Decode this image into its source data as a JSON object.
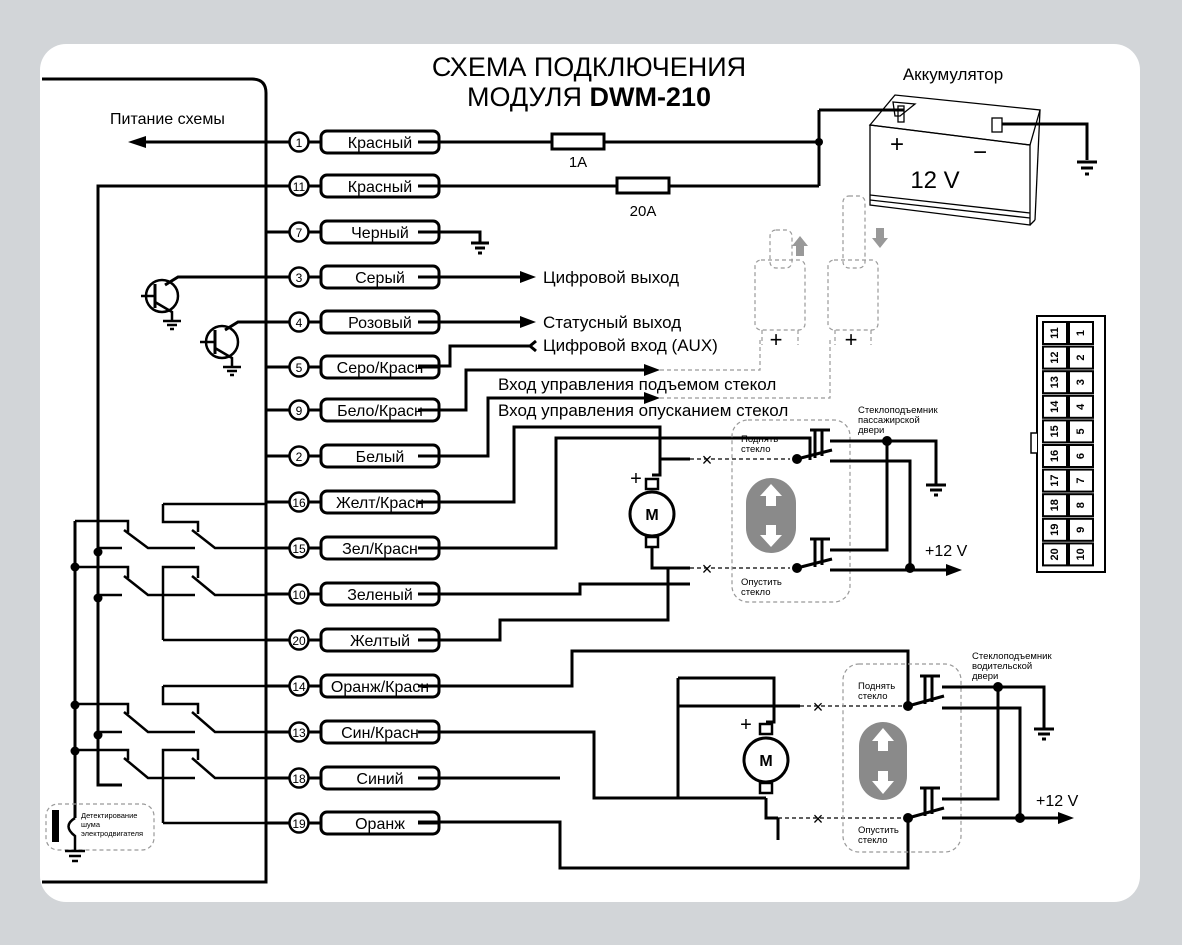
{
  "title": {
    "line1": "СХЕМА ПОДКЛЮЧЕНИЯ",
    "line2_prefix": "МОДУЛЯ ",
    "line2_model": "DWM-210"
  },
  "power_label": "Питание схемы",
  "battery": {
    "label": "Аккумулятор",
    "voltage": "12 V",
    "plus": "+",
    "minus": "−"
  },
  "fuses": [
    {
      "rating": "1A"
    },
    {
      "rating": "20A"
    }
  ],
  "wires": [
    {
      "pin": "1",
      "color": "Красный"
    },
    {
      "pin": "11",
      "color": "Красный"
    },
    {
      "pin": "7",
      "color": "Черный"
    },
    {
      "pin": "3",
      "color": "Серый"
    },
    {
      "pin": "4",
      "color": "Розовый"
    },
    {
      "pin": "5",
      "color": "Серо/Красн"
    },
    {
      "pin": "9",
      "color": "Бело/Красн"
    },
    {
      "pin": "2",
      "color": "Белый"
    },
    {
      "pin": "16",
      "color": "Желт/Красн"
    },
    {
      "pin": "15",
      "color": "Зел/Красн"
    },
    {
      "pin": "10",
      "color": "Зеленый"
    },
    {
      "pin": "20",
      "color": "Желтый"
    },
    {
      "pin": "14",
      "color": "Оранж/Красн"
    },
    {
      "pin": "13",
      "color": "Син/Красн"
    },
    {
      "pin": "18",
      "color": "Синий"
    },
    {
      "pin": "19",
      "color": "Оранж"
    }
  ],
  "signals": {
    "digital_out": "Цифровой выход",
    "status_out": "Статусный  выход",
    "digital_in": "Цифровой вход (AUX)",
    "up_input": "Вход управления подъемом стекол",
    "down_input": "Вход управления опусканием стекол"
  },
  "passenger_window": {
    "title_lines": [
      "Стеклоподъемник",
      "пассажирской",
      "двери"
    ],
    "up_lines": [
      "Поднять",
      "стекло"
    ],
    "down_lines": [
      "Опустить",
      "стекло"
    ],
    "supply": "+12 V",
    "motor": "M",
    "motor_plus": "+"
  },
  "driver_window": {
    "title_lines": [
      "Стеклоподъемник",
      "водительской",
      "двери"
    ],
    "up_lines": [
      "Поднять",
      "стекло"
    ],
    "down_lines": [
      "Опустить",
      "стекло"
    ],
    "supply": "+12 V",
    "motor": "M",
    "motor_plus": "+"
  },
  "door_switches": {
    "plus_left": "+",
    "plus_right": "+"
  },
  "noise_sensor_lines": [
    "Детектирование",
    "шума",
    "электродвигателя"
  ],
  "connector": {
    "left_column": [
      "11",
      "12",
      "13",
      "14",
      "15",
      "16",
      "17",
      "18",
      "19",
      "20"
    ],
    "right_column": [
      "1",
      "2",
      "3",
      "4",
      "5",
      "6",
      "7",
      "8",
      "9",
      "10"
    ]
  }
}
